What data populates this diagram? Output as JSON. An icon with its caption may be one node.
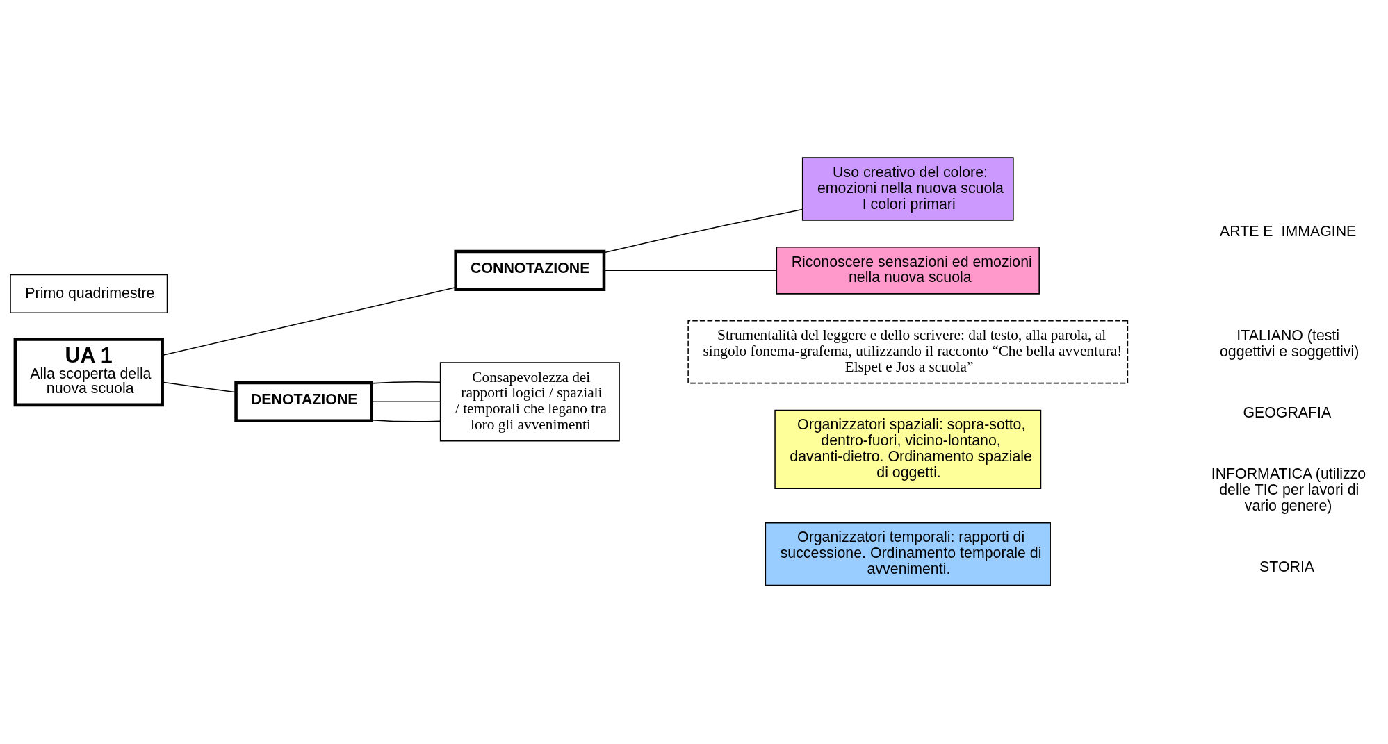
{
  "diagram": {
    "nodes": [
      {
        "text": [
          "Primo quadrimestre"
        ]
      },
      {
        "text": [
          "UA 1",
          "Alla scoperta della nuova scuola"
        ]
      },
      {
        "text": [
          "CONNOTAZIONE"
        ]
      },
      {
        "text": [
          "Uso creativo del colore: emozioni nella nuova scuola",
          "I colori primari"
        ]
      },
      {
        "text": [
          "Riconoscere sensazioni ed emozioni nella nuova scuola"
        ]
      },
      {
        "text": [
          "Strumentalità del leggere e dello scrivere: dal testo, alla parola, al singolo fonema-grafema, utilizzando il racconto “Che bella avventura! Elspet e Jos a scuola”"
        ]
      },
      {
        "text": [
          "DENOTAZIONE"
        ]
      },
      {
        "text": [
          "Consapevolezza dei rapporti logici / spaziali / temporali che legano tra loro gli avvenimenti"
        ]
      },
      {
        "text": [
          "Organizzatori spaziali: sopra-sotto, dentro-fuori, vicino-lontano, davanti-dietro. Ordinamento spaziale di oggetti."
        ]
      },
      {
        "text": [
          "Organizzatori temporali: rapporti di successione. Ordinamento temporale di avvenimenti."
        ]
      }
    ],
    "edges": [
      {
        "from": 1,
        "to": 2,
        "arrow": "none"
      },
      {
        "from": 2,
        "to": 3,
        "arrow": "none"
      },
      {
        "from": 2,
        "to": 4,
        "arrow": "none"
      },
      {
        "from": 1,
        "to": 6,
        "arrow": "none"
      },
      {
        "from": 6,
        "to": 7,
        "arrow": "none"
      },
      {
        "from": 6,
        "to": 7,
        "arrow": "none"
      },
      {
        "from": 6,
        "to": 7,
        "arrow": "none"
      }
    ],
    "labels": [
      "ARTE E  IMMAGINE",
      "ITALIANO (testi oggettivi e soggettivi)",
      "GEOGRAFIA",
      "INFORMATICA (utilizzo delle TIC per lavori di vario genere)",
      "STORIA"
    ]
  }
}
